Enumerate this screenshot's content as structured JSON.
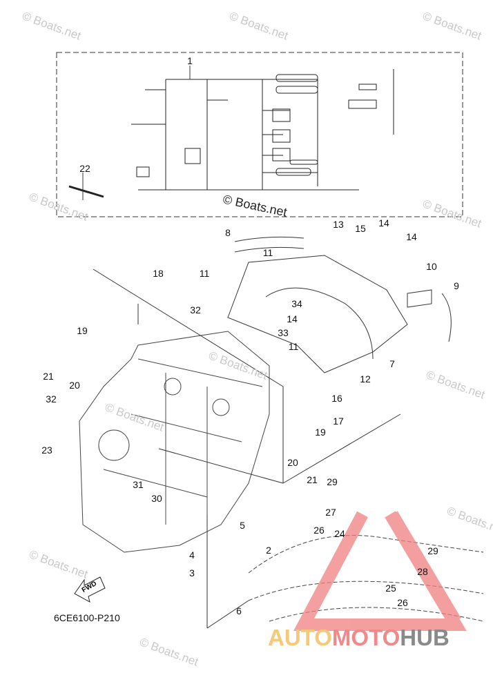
{
  "diagram": {
    "part_code": "6CE6100-P210",
    "fwd_label": "FWD",
    "watermark": "© Boats.net",
    "brand": {
      "part1": "AUTO",
      "part2": "MOTO",
      "part3": "HUB"
    },
    "callouts": [
      "1",
      "22",
      "8",
      "13",
      "15",
      "14",
      "14",
      "18",
      "11",
      "11",
      "10",
      "9",
      "32",
      "34",
      "33",
      "14",
      "11",
      "7",
      "12",
      "19",
      "21",
      "20",
      "16",
      "17",
      "32",
      "23",
      "19",
      "20",
      "21",
      "31",
      "30",
      "29",
      "27",
      "5",
      "26",
      "24",
      "2",
      "4",
      "3",
      "29",
      "28",
      "25",
      "26",
      "6"
    ]
  }
}
